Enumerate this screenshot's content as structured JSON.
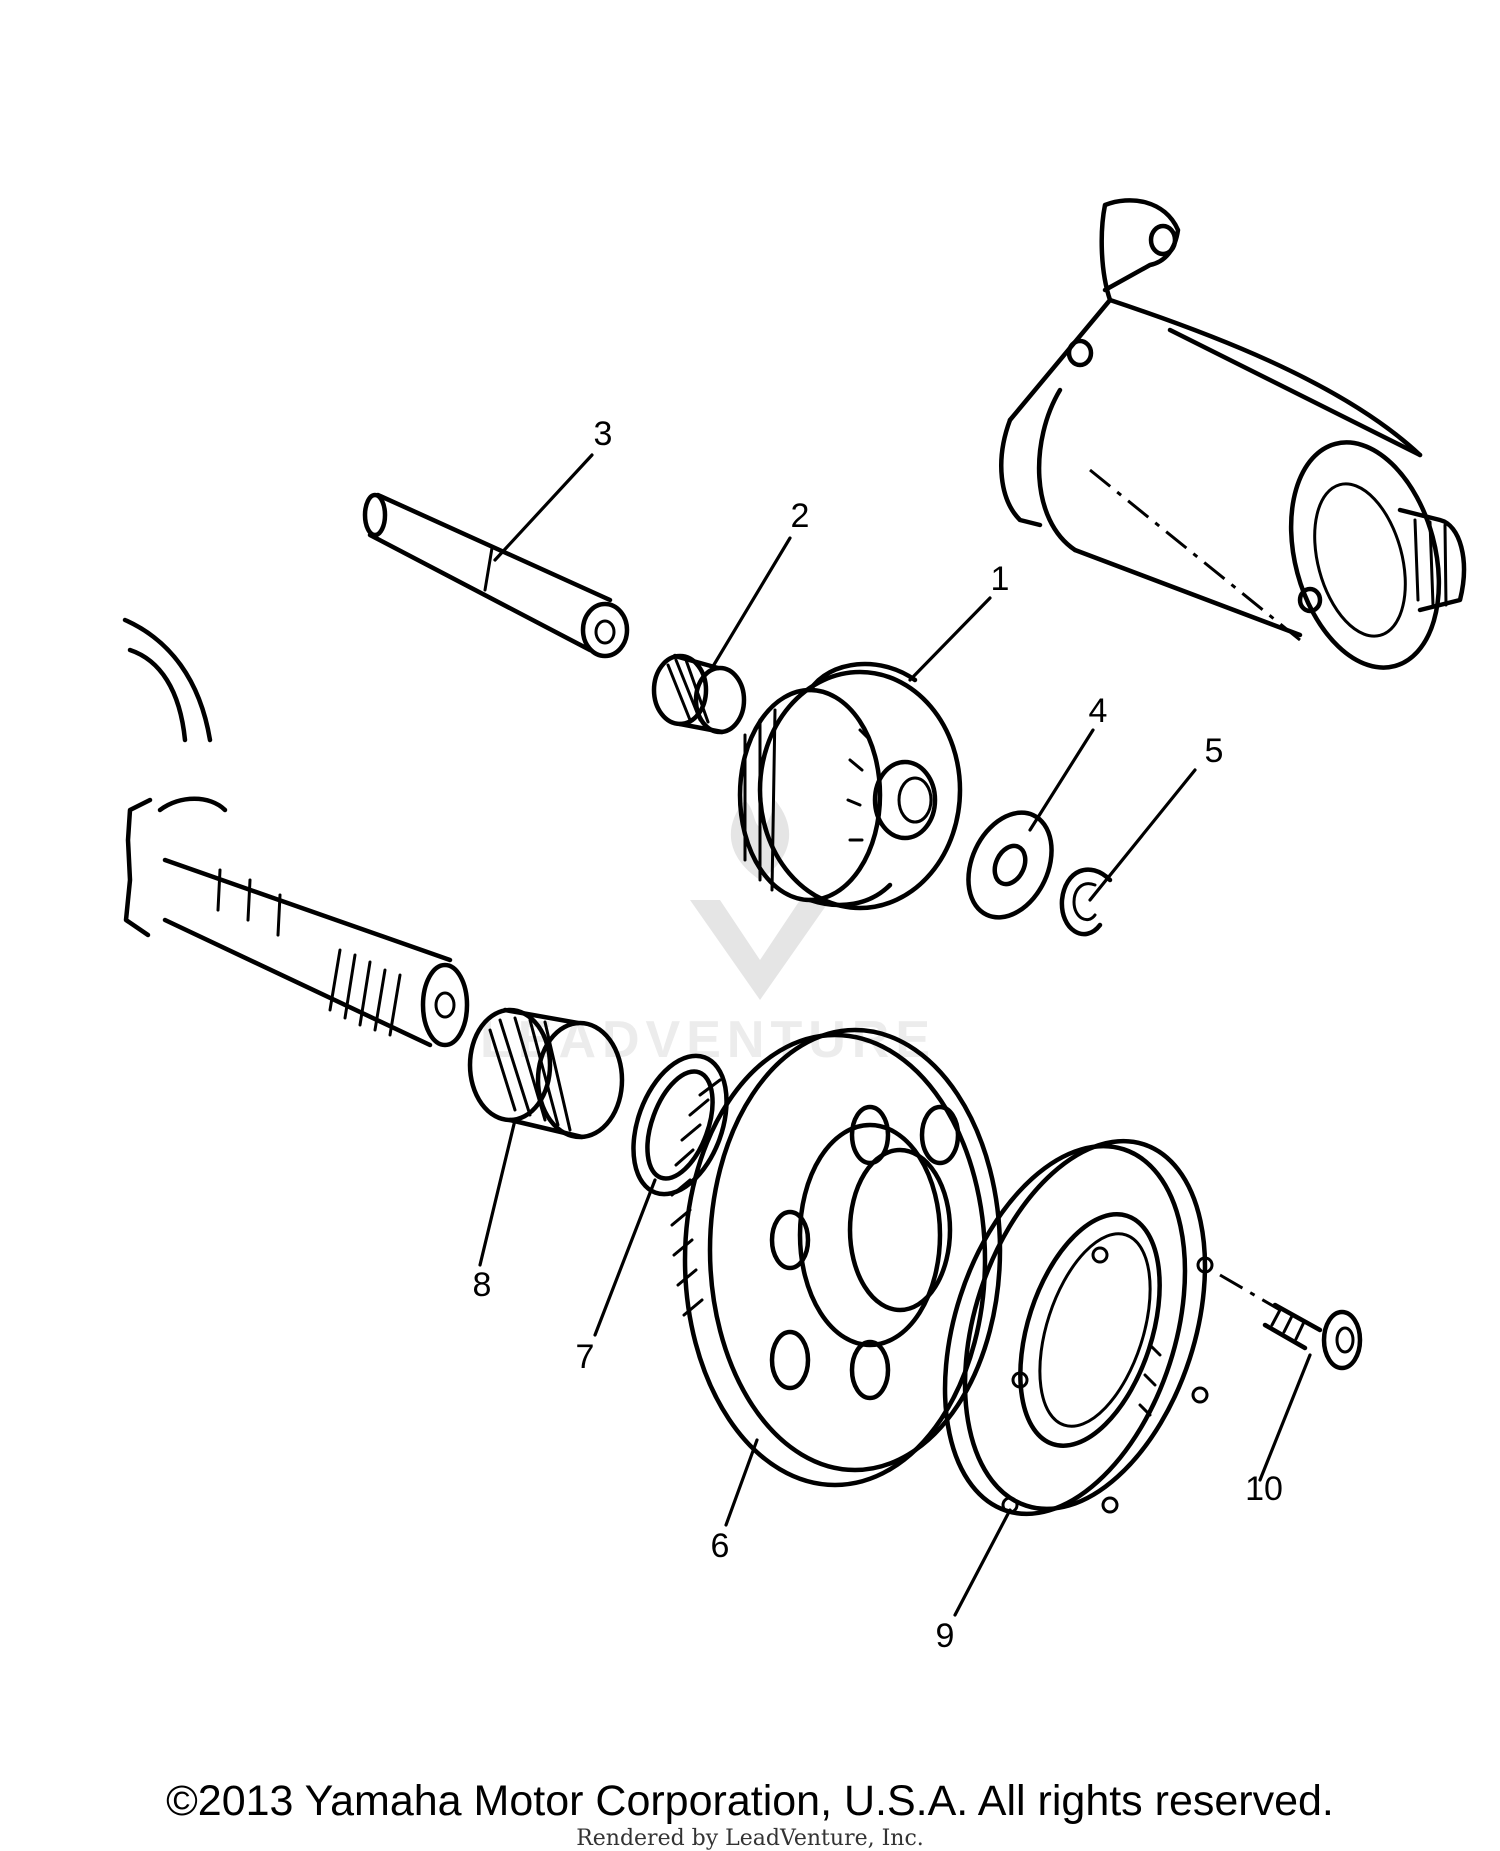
{
  "diagram": {
    "callouts": [
      {
        "id": "1",
        "text": "1"
      },
      {
        "id": "2",
        "text": "2"
      },
      {
        "id": "3",
        "text": "3"
      },
      {
        "id": "4",
        "text": "4"
      },
      {
        "id": "5",
        "text": "5"
      },
      {
        "id": "6",
        "text": "6"
      },
      {
        "id": "7",
        "text": "7"
      },
      {
        "id": "8",
        "text": "8"
      },
      {
        "id": "9",
        "text": "9"
      },
      {
        "id": "10",
        "text": "10"
      }
    ],
    "watermark_text": "LEADVENTURE"
  },
  "footer": {
    "copyright": "©2013 Yamaha Motor Corporation, U.S.A. All rights reserved.",
    "rendered_by": "Rendered by LeadVenture, Inc."
  }
}
